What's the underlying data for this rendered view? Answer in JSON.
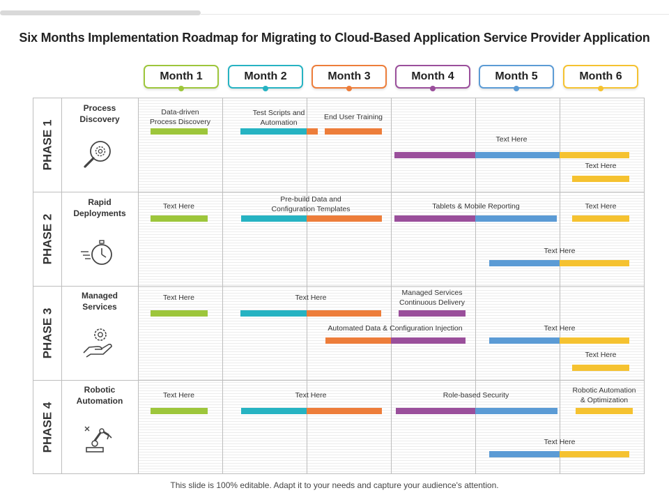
{
  "title": "Six Months Implementation Roadmap for Migrating to Cloud-Based Application Service Provider Application",
  "footer": "This slide is 100% editable. Adapt it to your needs and capture your audience's attention.",
  "colors": {
    "green": "#9dc63b",
    "teal": "#26b3c2",
    "orange": "#ed7d3a",
    "purple": "#9a4f9b",
    "blue": "#5b9bd5",
    "yellow": "#f5c230"
  },
  "months": [
    "Month 1",
    "Month 2",
    "Month 3",
    "Month 4",
    "Month 5",
    "Month 6"
  ],
  "phases": [
    {
      "label": "PHASE 1",
      "category": [
        "Process",
        "Discovery"
      ],
      "icon": "magnifier-gear-icon"
    },
    {
      "label": "PHASE 2",
      "category": [
        "Rapid",
        "Deployments"
      ],
      "icon": "stopwatch-icon"
    },
    {
      "label": "PHASE 3",
      "category": [
        "Managed",
        "Services"
      ],
      "icon": "hand-gear-icon"
    },
    {
      "label": "PHASE 4",
      "category": [
        "Robotic",
        "Automation"
      ],
      "icon": "robot-arm-icon"
    }
  ],
  "tasks": {
    "p1_t1": "Data-driven\nProcess Discovery",
    "p1_t2": "Test Scripts and\nAutomation",
    "p1_t3": "End User Training",
    "p1_t4": "Text Here",
    "p1_t5": "Text Here",
    "p2_t1": "Text Here",
    "p2_t2": "Pre-build Data and\nConfiguration Templates",
    "p2_t3": "Tablets & Mobile Reporting",
    "p2_t4": "Text Here",
    "p2_t5": "Text Here",
    "p3_t1": "Text Here",
    "p3_t2": "Text Here",
    "p3_t3": "Managed Services\nContinuous Delivery",
    "p3_t4": "Automated Data & Configuration Injection",
    "p3_t5": "Text Here",
    "p3_t6": "Text Here",
    "p4_t1": "Text Here",
    "p4_t2": "Text Here",
    "p4_t3": "Role-based Security",
    "p4_t4": "Robotic Automation\n& Optimization",
    "p4_t5": "Text Here"
  }
}
